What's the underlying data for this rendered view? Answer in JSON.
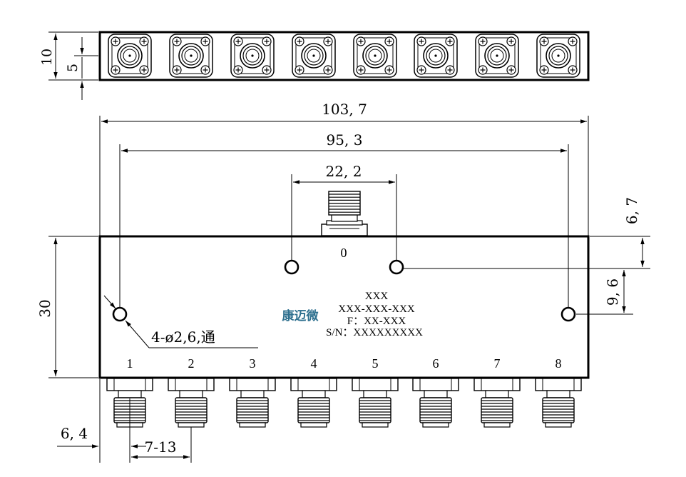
{
  "dimensions": {
    "overall_length": "103, 7",
    "hole_spacing": "95, 3",
    "top_hole_spacing": "22, 2",
    "top_connector_offset": "6, 7",
    "side_hole_offset": "9, 6",
    "body_height": "30",
    "side_height": "10",
    "side_center": "5",
    "first_port_offset": "6, 4",
    "port_pitch": "7-13",
    "mounting_holes": "4-ø2,6,通"
  },
  "label": {
    "model": "XXX",
    "part_number": "XXX-XXX-XXX",
    "frequency": "F：XX-XXX",
    "serial": "S/N：XXXXXXXXX",
    "logo": "康迈微"
  },
  "ports": {
    "input": "0",
    "outputs": [
      "1",
      "2",
      "3",
      "4",
      "5",
      "6",
      "7",
      "8"
    ]
  },
  "colors": {
    "logo": "#2d6f8e"
  }
}
